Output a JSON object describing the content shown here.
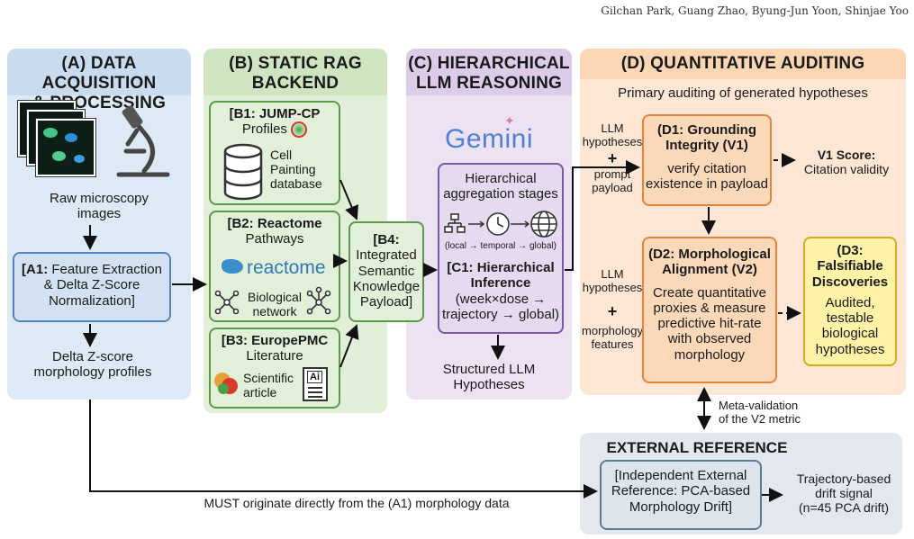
{
  "authors": "Gilchan Park, Guang Zhao, Byung-Jun Yoon, Shinjae Yoo",
  "panel_a": {
    "title_l1": "(A) DATA ACQUISITION",
    "title_l2": "& PROCESSING",
    "raw_l1": "Raw microscopy",
    "raw_l2": "images",
    "a1_code": "[A1:",
    "a1_l1": "Feature Extraction",
    "a1_l2": "& Delta Z-Score",
    "a1_l3": "Normalization]",
    "delta_l1": "Delta Z-score",
    "delta_l2": "morphology profiles"
  },
  "panel_b": {
    "title_l1": "(B) STATIC RAG",
    "title_l2": "BACKEND",
    "b1_title": "[B1: JUMP-CP",
    "b1_sub": "Profiles",
    "b1_l1": "Cell",
    "b1_l2": "Painting",
    "b1_l3": "database",
    "b2_title": "[B2: Reactome",
    "b2_sub": "Pathways",
    "b2_logo": "reactome",
    "b2_l1": "Biological",
    "b2_l2": "network",
    "b3_title": "[B3: EuropePMC",
    "b3_sub": "Literature",
    "b3_l1": "Scientific",
    "b3_l2": "article",
    "b3_doc_label": "Ai",
    "b4_l1": "[B4:",
    "b4_l2": "Integrated",
    "b4_l3": "Semantic",
    "b4_l4": "Knowledge",
    "b4_l5": "Payload]"
  },
  "panel_c": {
    "title_l1": "(C) HIERARCHICAL",
    "title_l2": "LLM REASONING",
    "gemini": "Gemini",
    "agg_l1": "Hierarchical",
    "agg_l2": "aggregation stages",
    "agg_caption": "(local → temporal → global)",
    "c1_l1": "[C1: Hierarchical",
    "c1_l2": "Inference",
    "c1_l3": "(week×dose →",
    "c1_l4": "trajectory → global)",
    "out_l1": "Structured LLM",
    "out_l2": "Hypotheses"
  },
  "panel_d": {
    "title": "(D) QUANTITATIVE AUDITING",
    "subtitle": "Primary auditing of generated hypotheses",
    "llm_hyp_l1": "LLM",
    "llm_hyp_l2": "hypotheses",
    "plus": "+",
    "prompt_l1": "prompt",
    "prompt_l2": "payload",
    "d1_l1": "(D1: Grounding",
    "d1_l2": "Integrity (V1)",
    "d1_l3": "verify citation",
    "d1_l4": "existence in payload",
    "v1_l1": "V1 Score:",
    "v1_l2": "Citation validity",
    "llm_hyp2_l1": "LLM",
    "llm_hyp2_l2": "hypotheses",
    "morph_l1": "morphology",
    "morph_l2": "features",
    "d2_l1": "(D2: Morphological",
    "d2_l2": "Alignment (V2)",
    "d2_l3": "Create quantitative",
    "d2_l4": "proxies & measure",
    "d2_l5": "predictive hit-rate",
    "d2_l6": "with observed",
    "d2_l7": "morphology",
    "d3_l1": "(D3:",
    "d3_l2": "Falsifiable",
    "d3_l3": "Discoveries",
    "d3_l4": "Audited,",
    "d3_l5": "testable",
    "d3_l6": "biological",
    "d3_l7": "hypotheses"
  },
  "meta": {
    "l1": "Meta-validation",
    "l2": "of the V2 metric"
  },
  "external": {
    "title": "EXTERNAL REFERENCE",
    "box_l1": "[Independent External",
    "box_l2": "Reference:  PCA-based",
    "box_l3": "Morphology Drift]",
    "drift_l1": "Trajectory-based",
    "drift_l2": "drift signal",
    "drift_l3": "(n=45 PCA drift)"
  },
  "bottom_arrow_label": "MUST originate directly from the (A1) morphology data",
  "colors": {
    "panel_a_bg": "#dde9f5",
    "panel_b_bg": "#e2efd8",
    "panel_c_bg": "#ece2f2",
    "panel_d_bg": "#fde7d4",
    "external_bg": "#e3e8ee",
    "box_a1": "#d3e2f2",
    "box_b": "#e3f0d9",
    "box_c1": "#e6daf0",
    "box_d": "#fbd8b8",
    "box_d3": "#fdf2a6",
    "gemini": "#4f7fd8"
  }
}
